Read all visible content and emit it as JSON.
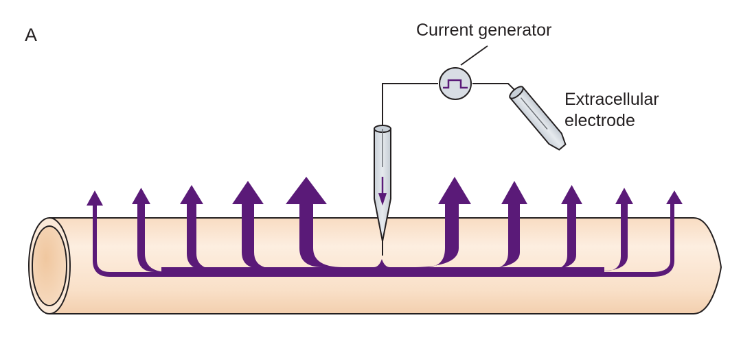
{
  "panel_label": "A",
  "labels": {
    "current_generator": "Current generator",
    "extracellular_line1": "Extracellular",
    "extracellular_line2": "electrode"
  },
  "colors": {
    "current": "#5a1a78",
    "axon_fill": "#f9dfc6",
    "axon_highlight": "#fdf0e3",
    "axon_lumen": "#efc39c",
    "electrode": "#d6dce3",
    "outline": "#231f20"
  },
  "current_arrows": {
    "left_count": 5,
    "right_count": 5,
    "direction": "outward",
    "note": "current strength decreases with distance from injection site"
  }
}
